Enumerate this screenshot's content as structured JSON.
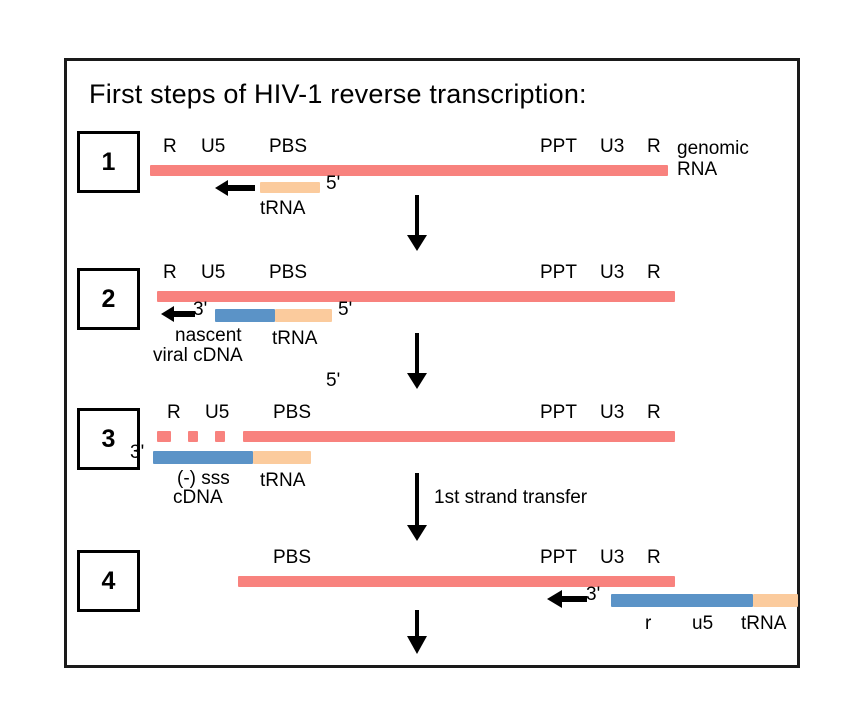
{
  "figure": {
    "title": "First steps of HIV-1 reverse transcription:",
    "colors": {
      "rna": "#f8827e",
      "cdna": "#5b93c7",
      "trna": "#fbcb9d",
      "outline": "#000000",
      "background": "#ffffff"
    }
  },
  "steps": [
    {
      "number": "1",
      "top_labels": [
        "R",
        "U5",
        "PBS"
      ],
      "right_labels": [
        "PPT",
        "U3",
        "R"
      ],
      "side_caption_line1": "genomic",
      "side_caption_line2": "RNA",
      "primer_end": "5'",
      "primer_caption": "tRNA"
    },
    {
      "number": "2",
      "top_labels": [
        "R",
        "U5",
        "PBS"
      ],
      "right_labels": [
        "PPT",
        "U3",
        "R"
      ],
      "cdna_end": "3'",
      "primer_end": "5'",
      "cdna_caption_line1": "nascent",
      "cdna_caption_line2": "viral cDNA",
      "primer_caption": "tRNA",
      "floating_end": "5'"
    },
    {
      "number": "3",
      "top_labels": [
        "R",
        "U5",
        "PBS"
      ],
      "right_labels": [
        "PPT",
        "U3",
        "R"
      ],
      "cdna_end": "3'",
      "cdna_caption_line1": "(-) sss",
      "cdna_caption_line2": "cDNA",
      "primer_caption": "tRNA"
    },
    {
      "number": "4",
      "top_labels": [
        "PBS"
      ],
      "right_labels": [
        "PPT",
        "U3",
        "R"
      ],
      "cdna_end": "3'",
      "segment_labels": [
        "r",
        "u5",
        "tRNA"
      ]
    }
  ],
  "transitions": [
    {
      "label": ""
    },
    {
      "label": ""
    },
    {
      "label": "1st strand transfer"
    },
    {
      "label": ""
    }
  ],
  "icons": {
    "down_arrow": "down-arrow-icon",
    "left_arrow": "left-arrow-icon"
  }
}
